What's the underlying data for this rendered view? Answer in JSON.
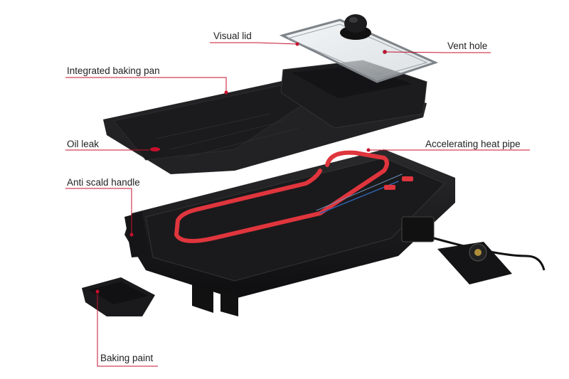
{
  "labels": {
    "visual_lid": "Visual lid",
    "vent_hole": "Vent hole",
    "integrated_baking_pan": "Integrated baking pan",
    "oil_leak": "Oil leak",
    "accelerating_heat_pipe": "Accelerating heat pipe",
    "anti_scald_handle": "Anti scald handle",
    "baking_paint": "Baking paint"
  },
  "colors": {
    "leader_line": "#c8102e",
    "body": "#1c1c1e",
    "heating_element": "#e0353d",
    "glass": "#dfe6ea"
  },
  "icons": [
    "grill-product-illustration"
  ]
}
